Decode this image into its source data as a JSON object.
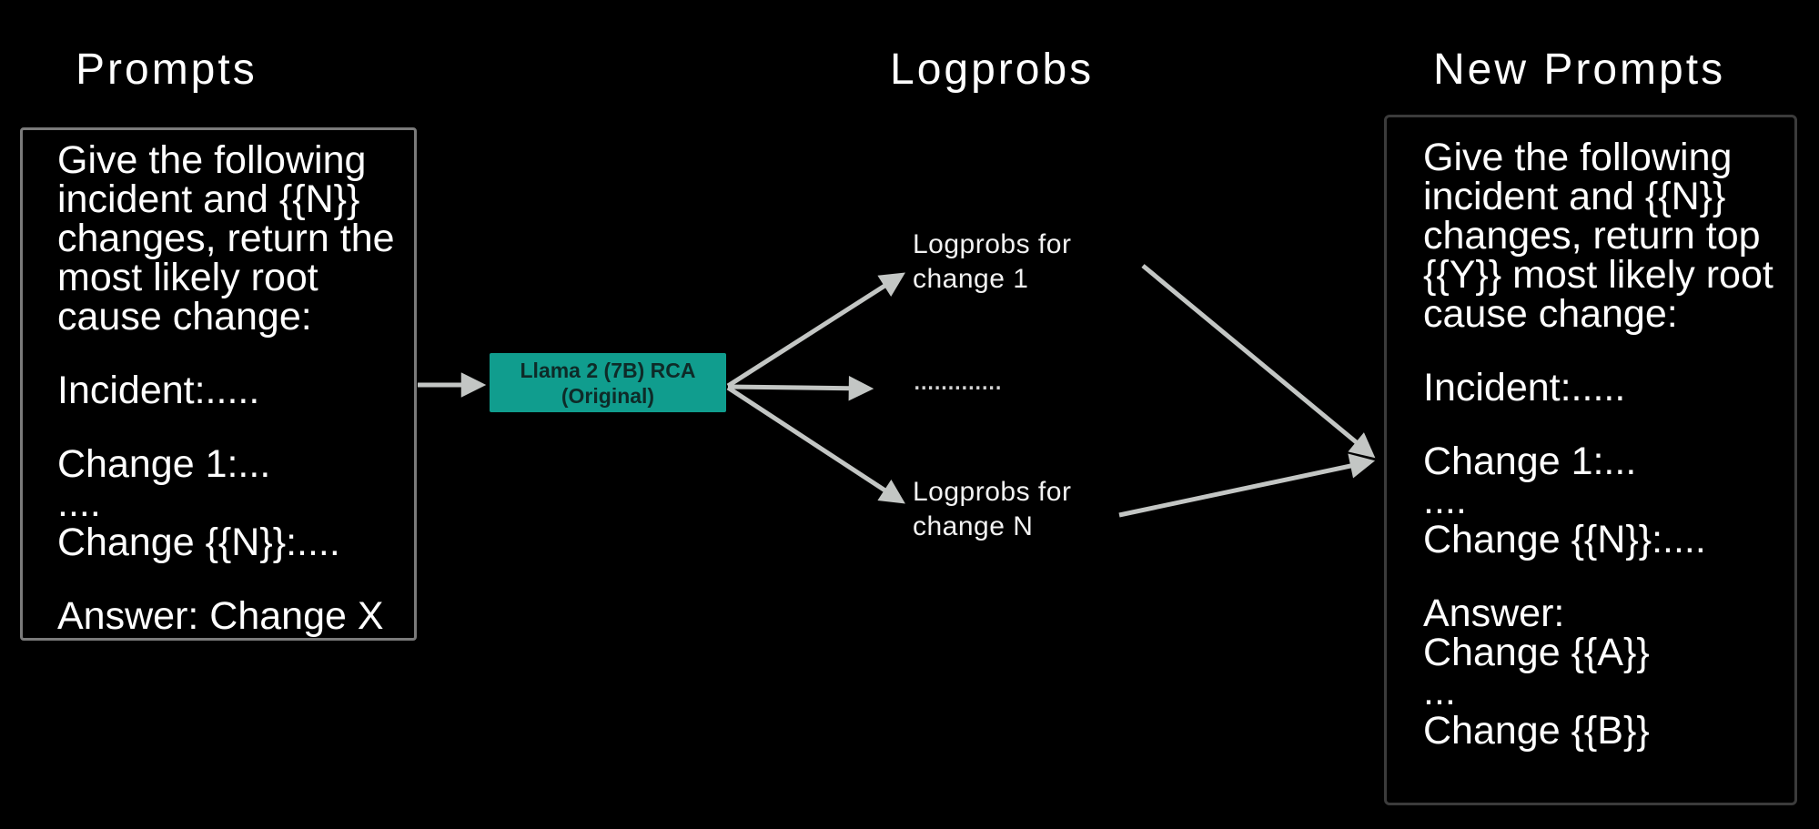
{
  "headers": {
    "prompts": "Prompts",
    "logprobs": "Logprobs",
    "new_prompts": "New Prompts"
  },
  "model_box": {
    "line1": "Llama 2 (7B) RCA",
    "line2": "(Original)"
  },
  "prompts_box": {
    "paragraphs": [
      [
        "Give the following",
        "incident and {{N}}",
        "changes, return the",
        "most likely root",
        "cause change:"
      ],
      [
        "Incident:....."
      ],
      [
        "Change 1:...",
        "....",
        "Change {{N}}:...."
      ],
      [
        "Answer: Change X"
      ]
    ]
  },
  "logprobs_labels": {
    "change_1_line1": "Logprobs for",
    "change_1_line2": "change 1",
    "dots": ".............",
    "change_n_line1": "Logprobs for",
    "change_n_line2": "change N"
  },
  "new_prompts_box": {
    "paragraphs": [
      [
        "Give the following",
        "incident and {{N}}",
        "changes, return top",
        "{{Y}} most likely root",
        "cause change:"
      ],
      [
        "Incident:....."
      ],
      [
        "Change 1:...",
        "....",
        "Change {{N}}:...."
      ],
      [
        "Answer:",
        "Change {{A}}",
        "...",
        "Change {{B}}"
      ]
    ]
  },
  "colors": {
    "background": "#000000",
    "text": "#ffffff",
    "model_fill": "#109d8e",
    "model_text": "#0e2b28",
    "arrow": "#c3c6c4",
    "prompts_box_border": "#7a7a7a",
    "new_prompts_box_border": "#3b3b3b"
  }
}
